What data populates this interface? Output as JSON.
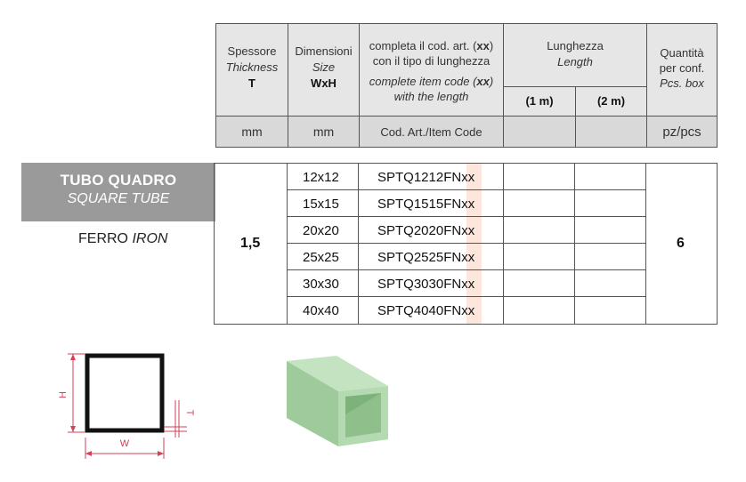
{
  "header": {
    "thickness": {
      "it": "Spessore",
      "en": "Thickness",
      "sym": "T"
    },
    "size": {
      "it": "Dimensioni",
      "en": "Size",
      "sym": "WxH"
    },
    "code": {
      "it_line1_a": "completa il cod. art. (",
      "it_line1_b": "xx",
      "it_line1_c": ")",
      "it_line2": "con il tipo di lunghezza",
      "en_line1_a": "complete item code (",
      "en_line1_b": "xx",
      "en_line1_c": ")",
      "en_line2": "with the length"
    },
    "length": {
      "it": "Lunghezza",
      "en": "Length",
      "l1": "(1 m)",
      "l2": "(2 m)"
    },
    "qty": {
      "it_line1": "Quantità",
      "it_line2": "per conf.",
      "en": "Pcs. box"
    }
  },
  "units": {
    "thickness": "mm",
    "size": "mm",
    "code": "Cod. Art./Item Code",
    "qty": "pz/pcs"
  },
  "product": {
    "name_it": "TUBO QUADRO",
    "name_en": "SQUARE TUBE",
    "material_it": "FERRO",
    "material_en": "IRON"
  },
  "thickness_value": "1,5",
  "qty_value": "6",
  "rows": [
    {
      "size": "12x12",
      "code": "SPTQ1212FN",
      "suffix": "xx"
    },
    {
      "size": "15x15",
      "code": "SPTQ1515FN",
      "suffix": "xx"
    },
    {
      "size": "20x20",
      "code": "SPTQ2020FN",
      "suffix": "xx"
    },
    {
      "size": "25x25",
      "code": "SPTQ2525FN",
      "suffix": "xx"
    },
    {
      "size": "30x30",
      "code": "SPTQ3030FN",
      "suffix": "xx"
    },
    {
      "size": "40x40",
      "code": "SPTQ4040FN",
      "suffix": "xx"
    }
  ],
  "diagram": {
    "h": "H",
    "w": "W",
    "t": "T"
  },
  "colors": {
    "header_bg": "#e6e6e6",
    "unit_bg": "#d9d9d9",
    "band_bg": "#9a9a9a",
    "highlight": "#fde6dc",
    "tube_green": "#a6d3a3",
    "dim_red": "#d2425b"
  }
}
